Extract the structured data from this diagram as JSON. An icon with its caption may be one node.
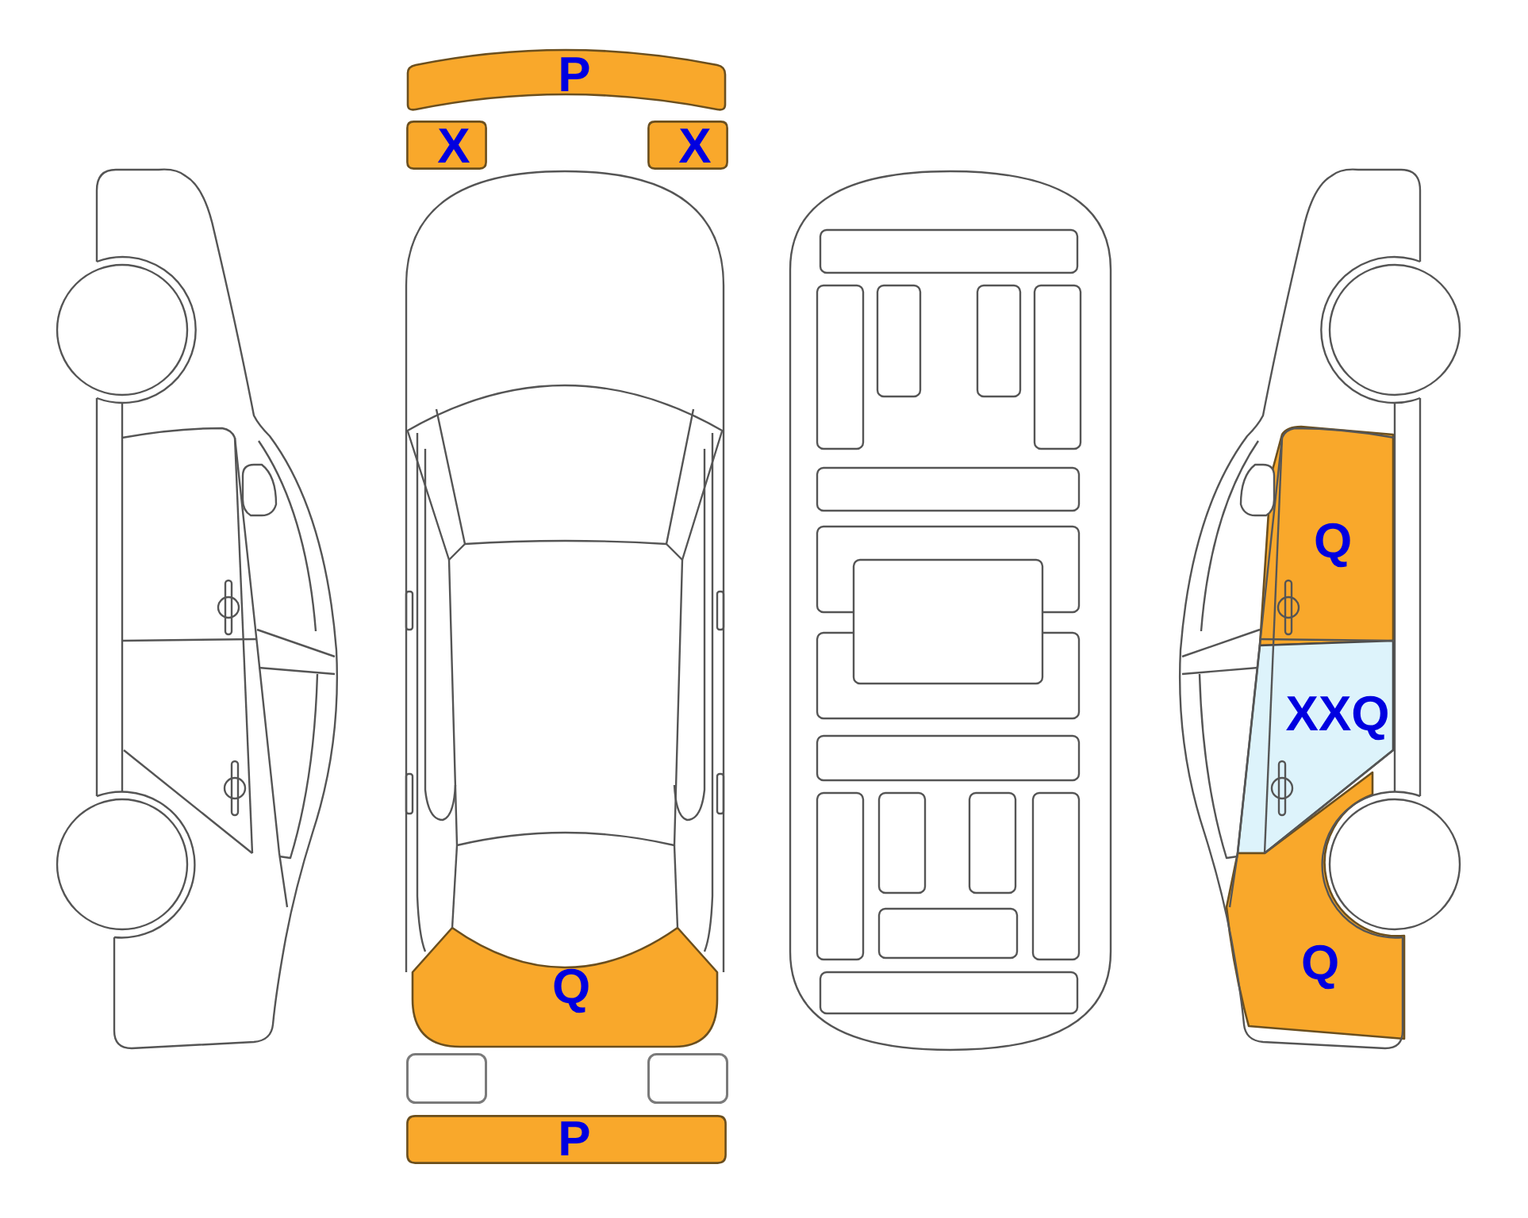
{
  "diagram": {
    "nodes": [
      {
        "text": [
          "P"
        ]
      },
      {
        "text": [
          "X"
        ]
      },
      {
        "text": [
          "X"
        ]
      },
      {
        "text": [
          "Q"
        ]
      },
      {
        "text": [],
        "shape": "box"
      },
      {
        "text": [],
        "shape": "box"
      },
      {
        "text": [
          "P"
        ]
      },
      {
        "text": [
          "Q"
        ]
      },
      {
        "text": [
          "XXQ"
        ]
      },
      {
        "text": [
          "Q"
        ]
      }
    ]
  }
}
